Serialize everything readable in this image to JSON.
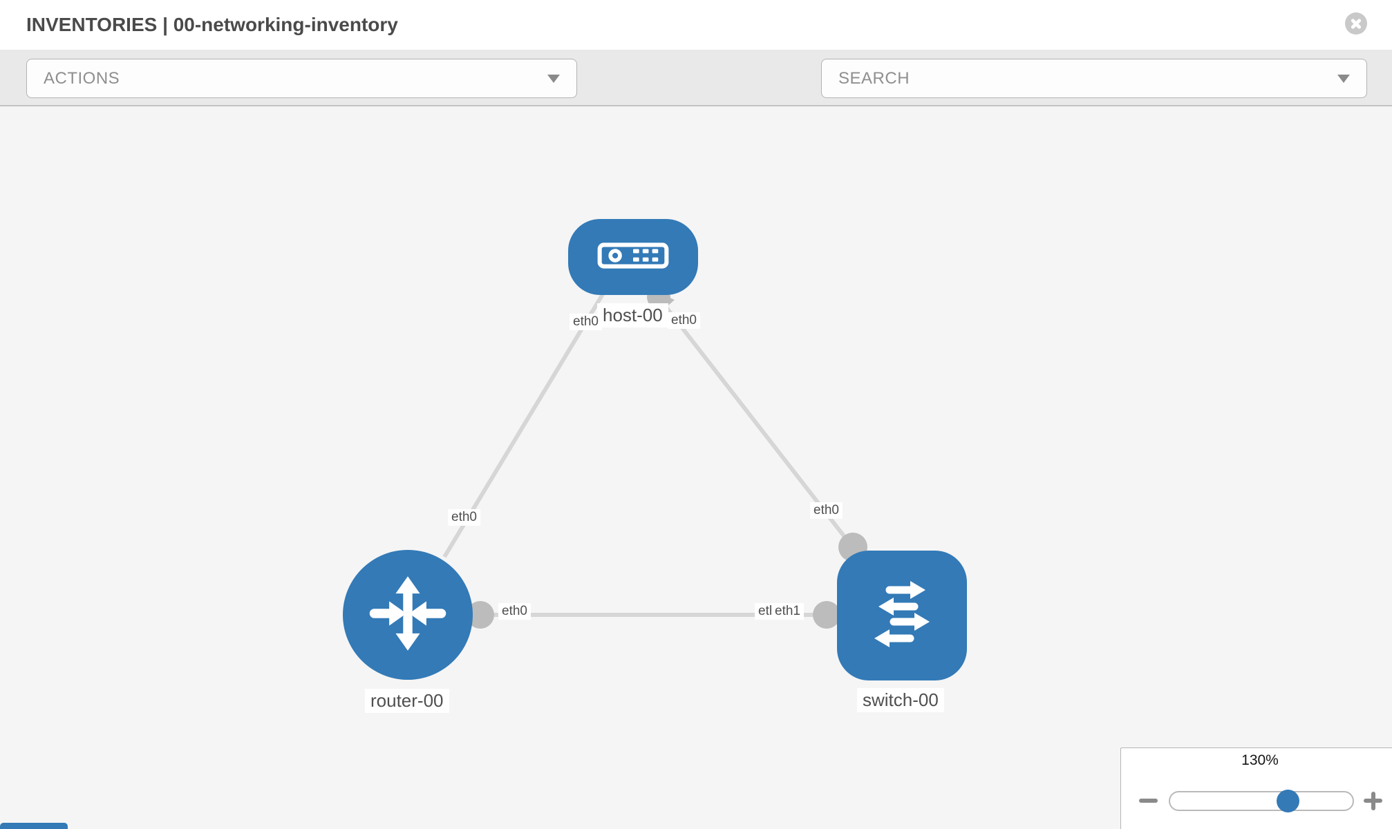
{
  "header": {
    "title": "INVENTORIES | 00-networking-inventory"
  },
  "toolbar": {
    "actions_label": "ACTIONS",
    "search_label": "SEARCH"
  },
  "diagram": {
    "nodes": [
      {
        "id": "host-00",
        "type": "host",
        "label": "host-00"
      },
      {
        "id": "router-00",
        "type": "router",
        "label": "router-00"
      },
      {
        "id": "switch-00",
        "type": "switch",
        "label": "switch-00"
      }
    ],
    "links": [
      {
        "from": "host-00",
        "to": "router-00",
        "from_interface": "eth0",
        "to_interface": "eth0"
      },
      {
        "from": "host-00",
        "to": "switch-00",
        "from_interface": "eth0",
        "to_interface": "eth0"
      },
      {
        "from": "router-00",
        "to": "switch-00",
        "from_interface": "eth0",
        "to_interface": "eth1"
      }
    ],
    "interface_labels": {
      "host_left": "eth0",
      "host_right": "eth0",
      "router_top": "eth0",
      "switch_top": "eth0",
      "router_right": "eth0",
      "switch_left_back": "eth0",
      "switch_left_front": "eth1"
    }
  },
  "zoom_control": {
    "percent": "130%"
  },
  "colors": {
    "node_blue": "#337ab7",
    "link_gray": "#d6d6d6",
    "connector_gray": "#bcbcbc",
    "label_text": "#4f4f4f",
    "icon_gray": "#8b9196",
    "toolbar_bg": "#e9e9e9",
    "canvas_bg": "#f5f5f5",
    "control_border": "#b5b5b5"
  }
}
